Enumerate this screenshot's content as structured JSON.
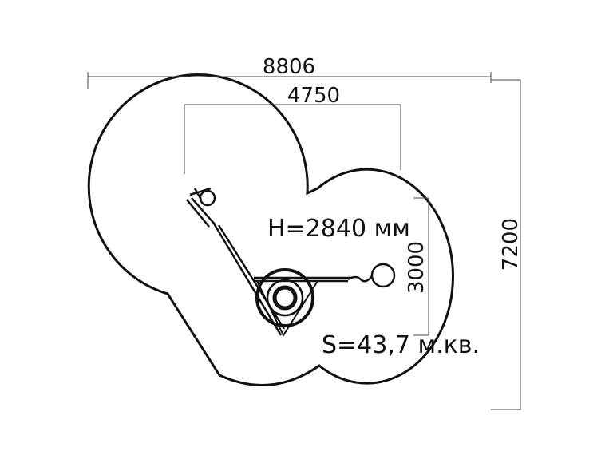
{
  "dimensions": {
    "total_width": "8806",
    "inner_width": "4750",
    "inner_depth": "3000",
    "total_depth": "7200"
  },
  "annotations": {
    "height": "H=2840 мм",
    "area": "S=43,7 м.кв."
  },
  "colors": {
    "line": "#111111",
    "dimension": "#444444"
  }
}
